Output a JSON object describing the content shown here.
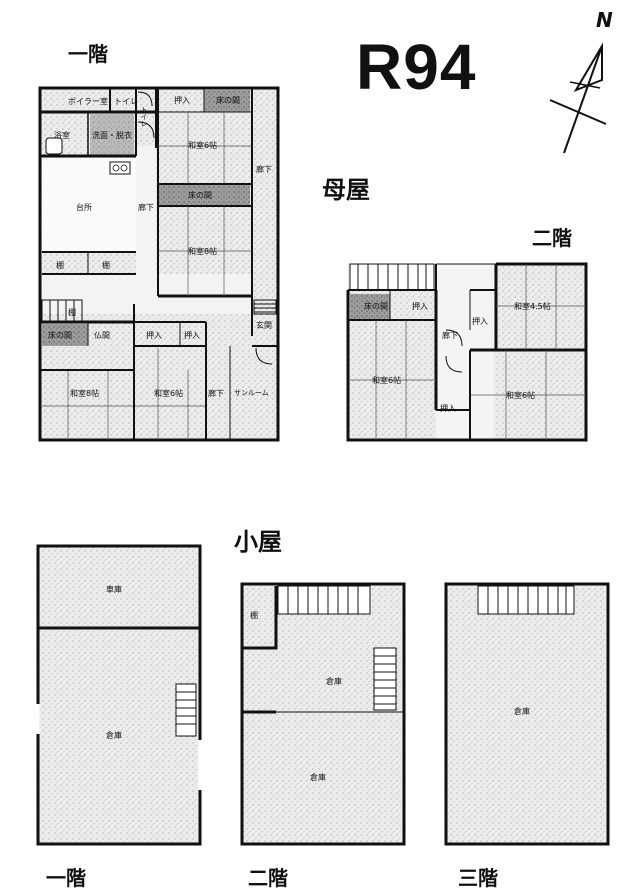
{
  "page": {
    "code": "R94",
    "north_label": "N"
  },
  "main_house": {
    "title": "母屋",
    "floor1": {
      "label": "一階",
      "rooms": {
        "boiler": "ボイラー室",
        "toilet": "トイレ",
        "toilet2": "トイレ",
        "bath": "浴室",
        "wash": "洗面・脱衣",
        "kitchen": "台所",
        "shelf1": "棚",
        "shelf2": "棚",
        "shelf3": "棚",
        "closet_top": "押入",
        "tokonoma_top": "床の間",
        "washitsu1": "和室6帖",
        "tokonoma_mid": "床の間",
        "corridor_left": "廊下",
        "corridor_right": "廊下",
        "washitsu2": "和室8帖",
        "tokonoma_bl": "床の間",
        "butsuma": "仏間",
        "closet_b1": "押入",
        "closet_b2": "押入",
        "genkan": "玄関",
        "washitsu3": "和室8帖",
        "washitsu4": "和室6帖",
        "corridor_bottom": "廊下",
        "sunroom": "サンルーム"
      }
    },
    "floor2": {
      "label": "二階",
      "rooms": {
        "tokonoma": "床の間",
        "closet1": "押入",
        "closet2": "押入",
        "washitsu45": "和室4.5帖",
        "corridor": "廊下",
        "washitsu6a": "和室6帖",
        "washitsu6b": "和室6帖",
        "closet3": "押入"
      }
    }
  },
  "shed": {
    "title": "小屋",
    "floor1": {
      "label": "一階",
      "rooms": {
        "garage": "車庫",
        "storage": "倉庫"
      }
    },
    "floor2": {
      "label": "二階",
      "rooms": {
        "shelf": "棚",
        "storage1": "倉庫",
        "storage2": "倉庫"
      }
    },
    "floor3": {
      "label": "三階",
      "rooms": {
        "storage": "倉庫"
      }
    }
  }
}
